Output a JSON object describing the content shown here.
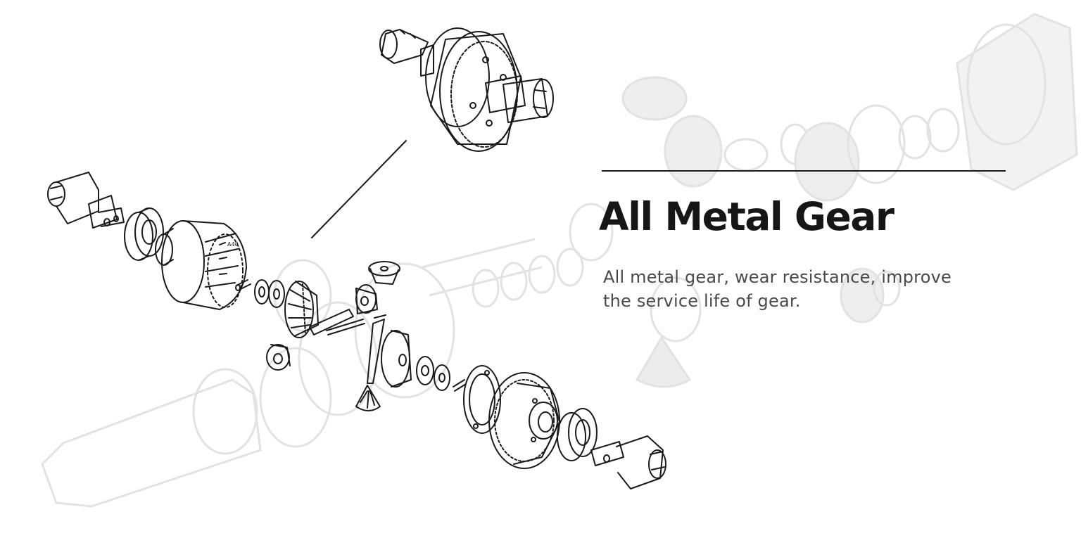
{
  "heading": {
    "title": "All Metal Gear",
    "description_lines": [
      "All metal gear, wear resistance, improve",
      "the service life of gear."
    ]
  },
  "illustration": {
    "subject": "differential-exploded-view",
    "line_color": "#1a1a1a",
    "ghost_color": "#e2e2e2",
    "background": "#ffffff"
  }
}
